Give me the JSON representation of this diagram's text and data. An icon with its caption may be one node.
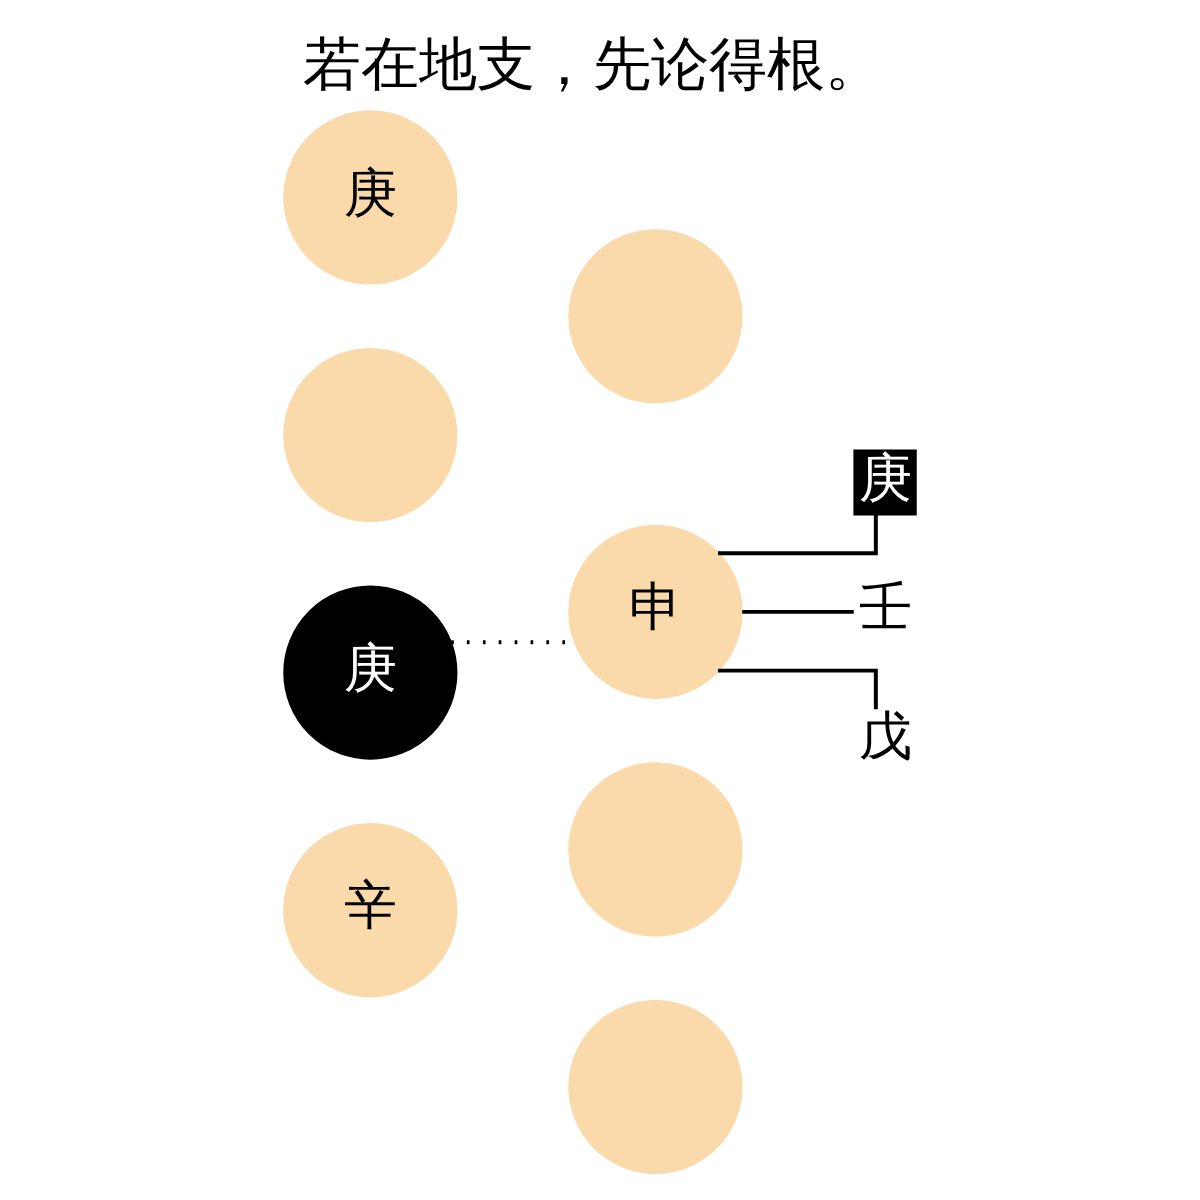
{
  "diagram": {
    "title": "若在地支，先论得根。",
    "nodes": [
      {
        "text": [
          "庚"
        ]
      },
      {
        "text": [],
        "shape": "circle"
      },
      {
        "text": [],
        "shape": "circle"
      },
      {
        "text": [
          "申"
        ]
      },
      {
        "text": [
          "庚"
        ]
      },
      {
        "text": [
          "壬"
        ]
      },
      {
        "text": [
          "戊"
        ]
      },
      {
        "text": [
          "庚"
        ]
      },
      {
        "text": [],
        "shape": "circle"
      },
      {
        "text": [
          "辛"
        ]
      },
      {
        "text": [],
        "shape": "circle"
      }
    ],
    "edges": [
      {
        "from": 7,
        "to": 3,
        "arrow": "none",
        "style": "dashed"
      },
      {
        "from": 3,
        "to": 4,
        "arrow": "none"
      },
      {
        "from": 3,
        "to": 5,
        "arrow": "none"
      },
      {
        "from": 3,
        "to": 6,
        "arrow": "none"
      }
    ]
  }
}
